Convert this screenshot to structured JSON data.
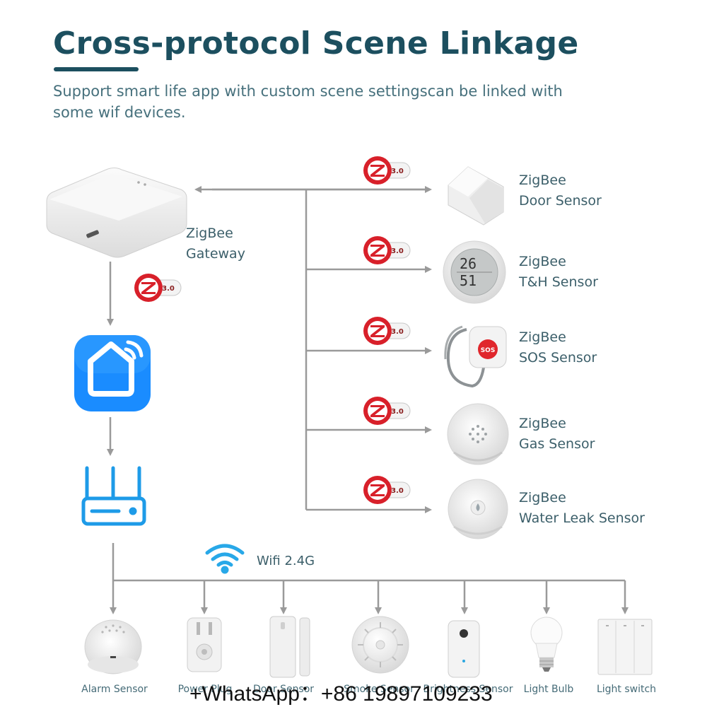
{
  "header": {
    "title": "Cross-protocol Scene Linkage",
    "subtitle": "Support smart life app with custom scene settingscan be linked with some wif devices."
  },
  "gateway": {
    "label": "ZigBee\nGateway"
  },
  "protocol_badge": {
    "symbol": "Z",
    "version": "3.0"
  },
  "zigbee_devices": [
    {
      "label": "ZigBee\nDoor Sensor",
      "icon": "door-sensor-icon"
    },
    {
      "label": "ZigBee\nT&H Sensor",
      "icon": "temperature-humidity-sensor-icon",
      "temp_display": "26",
      "hum_display": "51"
    },
    {
      "label": "ZigBee\nSOS Sensor",
      "icon": "sos-button-icon",
      "button_text": "SOS"
    },
    {
      "label": "ZigBee\nGas Sensor",
      "icon": "gas-sensor-icon"
    },
    {
      "label": "ZigBee\nWater Leak Sensor",
      "icon": "water-leak-sensor-icon"
    }
  ],
  "wifi": {
    "label": "Wifi 2.4G"
  },
  "wifi_devices": [
    {
      "label": "Alarm Sensor",
      "icon": "alarm-siren-icon"
    },
    {
      "label": "Power Plug",
      "icon": "power-plug-icon"
    },
    {
      "label": "Door Sensor",
      "icon": "wifi-door-sensor-icon"
    },
    {
      "label": "Smoke Sensor",
      "icon": "smoke-sensor-icon"
    },
    {
      "label": "Brightness Sensor",
      "icon": "brightness-sensor-icon"
    },
    {
      "label": "Light Bulb",
      "icon": "light-bulb-icon"
    },
    {
      "label": "Light switch",
      "icon": "light-switch-icon"
    }
  ],
  "watermark": {
    "text": "+WhatsApp：+86 19897109233"
  },
  "colors": {
    "title": "#1c4f5f",
    "arrow": "#9a9a9a",
    "zigbee_red": "#d8202a",
    "app_blue": "#1a8cff",
    "wifi_blue": "#28a8e8"
  }
}
